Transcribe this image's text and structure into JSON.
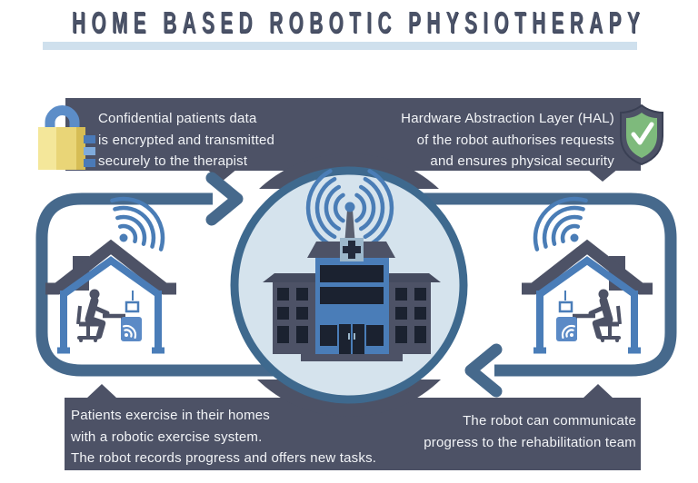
{
  "title": "HOME BASED ROBOTIC PHYSIOTHERAPY",
  "banners": {
    "top_left": {
      "icon": "lock-icon",
      "lines": [
        "Confidential patients data",
        "is encrypted and transmitted",
        "securely to the therapist"
      ]
    },
    "top_right": {
      "icon": "shield-check-icon",
      "lines": [
        "Hardware Abstraction Layer (HAL)",
        "of the robot authorises requests",
        "and ensures physical security"
      ]
    },
    "bottom_left": {
      "lines": [
        "Patients exercise in their homes",
        "with a robotic exercise system.",
        "The robot records progress and offers new tasks."
      ]
    },
    "bottom_right": {
      "lines": [
        "The robot can communicate",
        "progress to the rehabilitation team"
      ]
    }
  },
  "icons": {
    "center": "hospital-building-icon with wifi-signal-icon",
    "left": "house-icon with person-at-desk-icon, robot-device-icon and wifi-signal-icon",
    "right": "house-icon with person-at-desk-icon, robot-device-icon and wifi-signal-icon",
    "flow": "clockwise loop arrows between homes and rehabilitation centre"
  },
  "colors": {
    "dark": "#4d5266",
    "dark_deep": "#3a4054",
    "teal": "#46698c",
    "blue": "#4a7db8",
    "wifi": "#4a7db6",
    "circle_fill": "#d5e3ed",
    "ring": "#3e698e",
    "underline": "#cfe0ed",
    "lock_yellow": "#e9d577",
    "lock_light": "#f4e79a",
    "lock_shadow": "#d6bd55",
    "shackle": "#5c8dc8",
    "pin": "#4a7ab8",
    "pin_light": "#7fabdc",
    "shield_green": "#7eba7c",
    "window": "#1b2230",
    "plaque": "#9cb7cb",
    "text": "#f2f4f7",
    "title": "#4b5368",
    "box_blue": "#5b8ac6",
    "spire": "#5a6070"
  }
}
